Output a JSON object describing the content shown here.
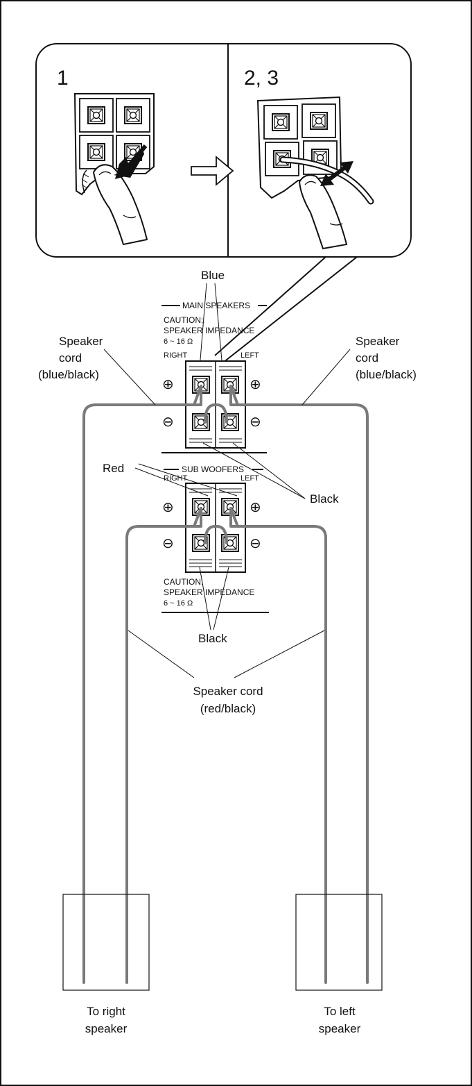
{
  "step_labels": {
    "step1": "1",
    "step23": "2, 3"
  },
  "main_panel": {
    "title": "MAIN SPEAKERS",
    "caution": "CAUTION:",
    "impedance": "SPEAKER IMPEDANCE",
    "range": "6 ~ 16 Ω",
    "right": "RIGHT",
    "left": "LEFT"
  },
  "sub_panel": {
    "title": "SUB WOOFERS",
    "caution": "CAUTION:",
    "impedance": "SPEAKER IMPEDANCE",
    "range": "6 ~ 16 Ω",
    "right": "RIGHT",
    "left": "LEFT"
  },
  "polarity": {
    "plus": "⊕",
    "minus": "⊖"
  },
  "callouts": {
    "blue": "Blue",
    "red": "Red",
    "black_main": "Black",
    "black_sub": "Black",
    "cord_left_l1": "Speaker",
    "cord_left_l2": "cord",
    "cord_left_l3": "(blue/black)",
    "cord_right_l1": "Speaker",
    "cord_right_l2": "cord",
    "cord_right_l3": "(blue/black)",
    "cord_sub_l1": "Speaker cord",
    "cord_sub_l2": "(red/black)"
  },
  "speakers": {
    "right_l1": "To right",
    "right_l2": "speaker",
    "left_l1": "To left",
    "left_l2": "speaker"
  },
  "colors": {
    "cord": "#7a7a7a",
    "line": "#111111"
  }
}
